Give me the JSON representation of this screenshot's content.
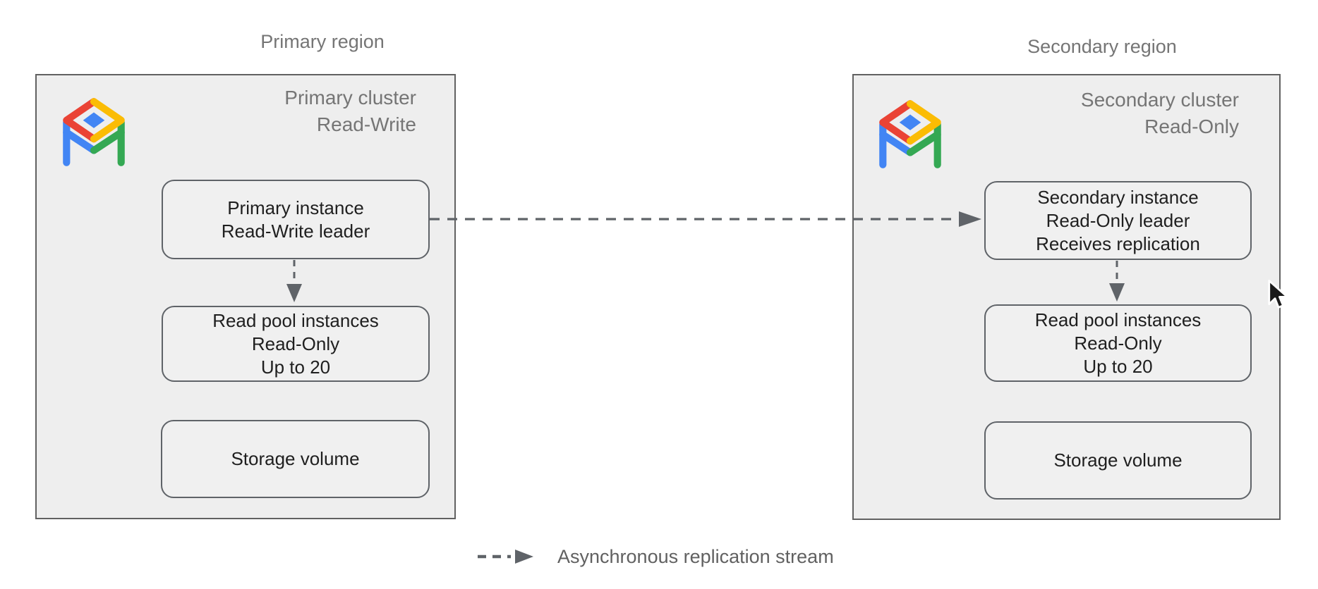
{
  "diagram": {
    "title_semantic": "AlloyDB cross-region replication architecture",
    "background": "#ffffff"
  },
  "colors": {
    "cluster_fill": "#eeeeee",
    "cluster_border": "#616161",
    "node_fill": "#f0f0f0",
    "node_border": "#5f6368",
    "arrow": "#5f6368",
    "region_label_text": "#757575",
    "cluster_title_text": "#757575",
    "node_text": "#1f1f1f",
    "legend_text": "#616161",
    "logo_red": "#EA4335",
    "logo_yellow": "#FBBC04",
    "logo_green": "#34A853",
    "logo_blue": "#4285F4"
  },
  "regions": {
    "primary_label": "Primary region",
    "secondary_label": "Secondary region"
  },
  "primary_cluster": {
    "title": [
      "Primary cluster",
      "Read-Write"
    ],
    "nodes": [
      {
        "id": "primary-instance",
        "lines": [
          "Primary instance",
          "Read-Write leader"
        ]
      },
      {
        "id": "read-pool",
        "lines": [
          "Read pool instances",
          "Read-Only",
          "Up to 20"
        ]
      },
      {
        "id": "storage",
        "lines": [
          "Storage volume"
        ]
      }
    ]
  },
  "secondary_cluster": {
    "title": [
      "Secondary cluster",
      "Read-Only"
    ],
    "nodes": [
      {
        "id": "secondary-instance",
        "lines": [
          "Secondary instance",
          "Read-Only leader",
          "Receives replication"
        ]
      },
      {
        "id": "read-pool",
        "lines": [
          "Read pool instances",
          "Read-Only",
          "Up to 20"
        ]
      },
      {
        "id": "storage",
        "lines": [
          "Storage volume"
        ]
      }
    ]
  },
  "legend": {
    "label": "Asynchronous replication stream"
  },
  "icons": {
    "cluster_logo": "alloydb-logo",
    "legend_arrow": "dashed-arrow-icon",
    "pointer": "mouse-cursor-icon"
  }
}
